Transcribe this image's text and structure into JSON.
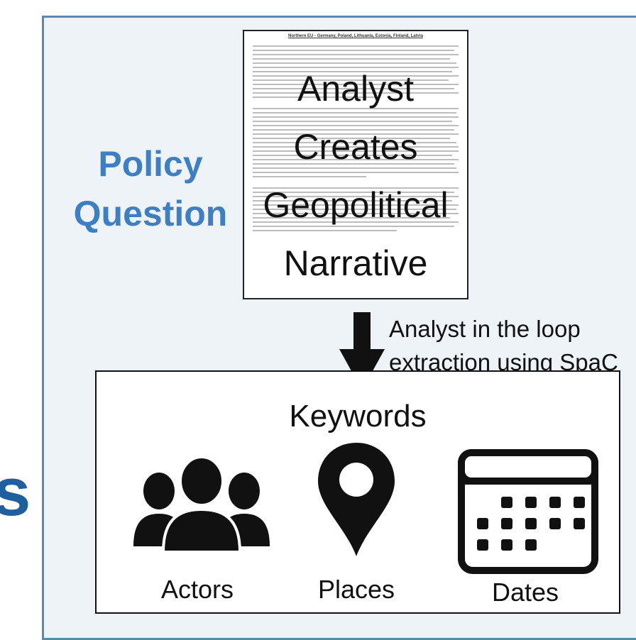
{
  "policy": {
    "line1": "Policy",
    "line2": "Question"
  },
  "edge_glyph": "s",
  "document": {
    "title": "Northern EU - Germany, Poland, Lithuania, Estonia, Finland, Latvia",
    "overlay": [
      "Analyst",
      "Creates",
      "Geopolitical",
      "Narrative"
    ]
  },
  "arrow_note": {
    "line1": "Analyst in the loop",
    "line2": "extraction using SpaC"
  },
  "keywords": {
    "title": "Keywords",
    "items": [
      {
        "label": "Actors",
        "icon": "people-icon"
      },
      {
        "label": "Places",
        "icon": "map-pin-icon"
      },
      {
        "label": "Dates",
        "icon": "calendar-icon"
      }
    ]
  },
  "colors": {
    "accent": "#3d7fc1",
    "panel_border": "#5b87b4",
    "panel_fill": "#eef3f8",
    "ink": "#111111"
  }
}
